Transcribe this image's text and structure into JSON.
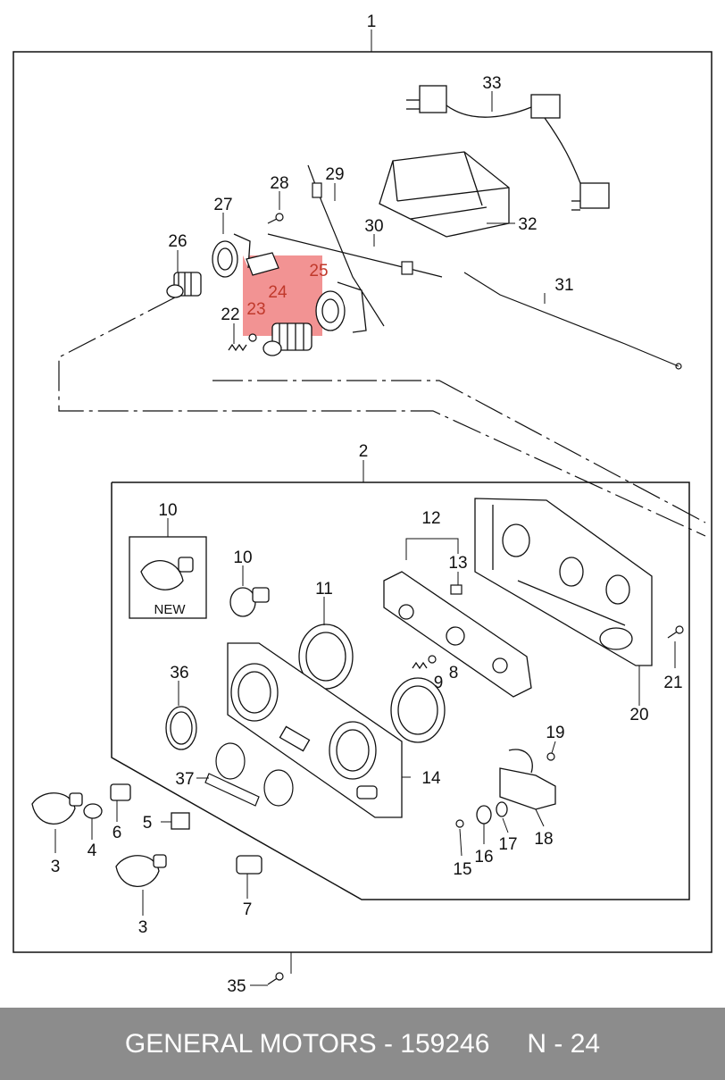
{
  "callouts": {
    "c1": "1",
    "c2": "2",
    "c3a": "3",
    "c3b": "3",
    "c4": "4",
    "c5": "5",
    "c6": "6",
    "c7": "7",
    "c8": "8",
    "c9": "9",
    "c10a": "10",
    "c10b": "10",
    "c11": "11",
    "c12": "12",
    "c13": "13",
    "c14": "14",
    "c15": "15",
    "c16": "16",
    "c17": "17",
    "c18": "18",
    "c19": "19",
    "c20": "20",
    "c21": "21",
    "c22": "22",
    "c23": "23",
    "c24": "24",
    "c25": "25",
    "c26": "26",
    "c27": "27",
    "c28": "28",
    "c29": "29",
    "c30": "30",
    "c31": "31",
    "c32": "32",
    "c33": "33",
    "c35": "35",
    "c36": "36",
    "c37": "37"
  },
  "new_label": "NEW",
  "highlight": {
    "color": "#f08080",
    "parts": [
      "23",
      "24",
      "25"
    ]
  },
  "footer": {
    "brand_part": "GENERAL MOTORS - 159246",
    "page": "N - 24"
  }
}
